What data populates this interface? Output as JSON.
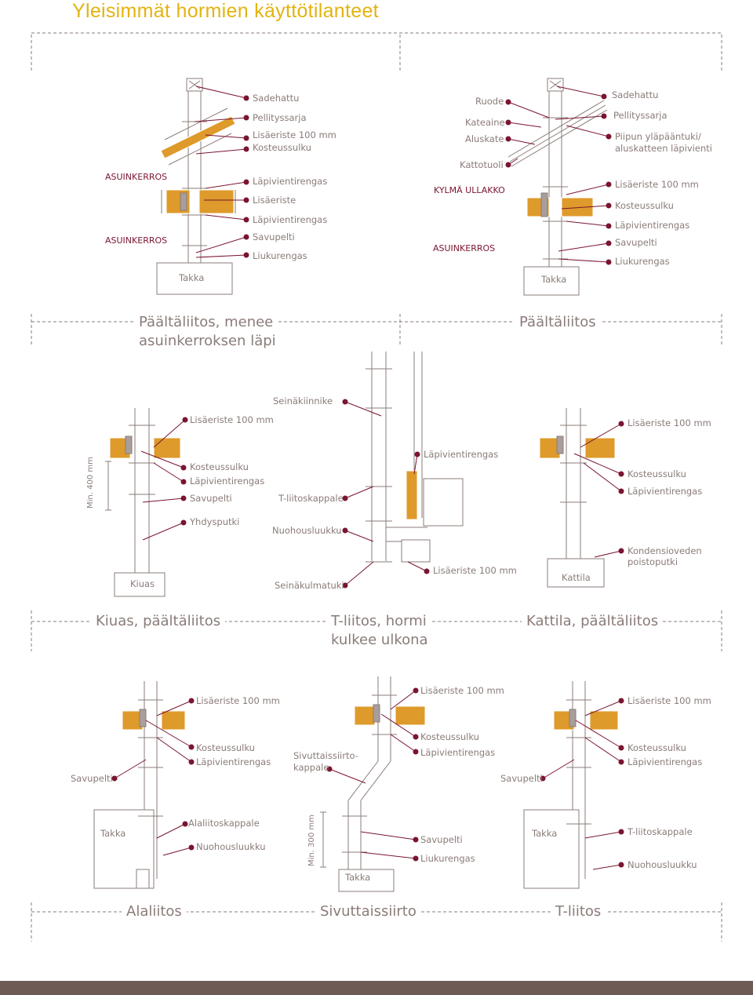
{
  "title": "Yleisimmät hormien käyttötilanteet",
  "colors": {
    "accent": "#e3b311",
    "marker": "#7a1530",
    "insulation": "#de9a2a",
    "text": "#8a7c78",
    "footer": "#6e5b56"
  },
  "panel1": {
    "floor_labels": [
      "ASUINKERROS",
      "ASUINKERROS"
    ],
    "labels": [
      "Sadehattu",
      "Pellityssarja",
      "Lisäeriste 100 mm",
      "Kosteussulku",
      "Läpivientirengas",
      "Lisäeriste",
      "Läpivientirengas",
      "Savupelti",
      "Liukurengas"
    ],
    "bottom": "Takka",
    "caption_line1": "Päältäliitos, menee",
    "caption_line2": "asuinkerroksen läpi"
  },
  "panel2": {
    "left_labels": [
      "Ruode",
      "Kateaine",
      "Aluskate",
      "Kattotuoli"
    ],
    "floor_labels": [
      "KYLMÄ ULLAKKO",
      "ASUINKERROS"
    ],
    "labels": [
      "Sadehattu",
      "Pellityssarja",
      "Piipun yläpääntuki/",
      "aluskatteen läpivienti",
      "Lisäeriste 100 mm",
      "Kosteussulku",
      "Läpivientirengas",
      "Savupelti",
      "Liukurengas"
    ],
    "bottom": "Takka",
    "caption": "Päältäliitos"
  },
  "panel3": {
    "labels": [
      "Lisäeriste 100 mm",
      "Kosteussulku",
      "Läpivientirengas",
      "Savupelti",
      "Yhdysputki"
    ],
    "min_label": "Min. 400 mm",
    "bottom": "Kiuas",
    "caption": "Kiuas, päältäliitos"
  },
  "panel4": {
    "labels": [
      "Seinäkiinnike",
      "Läpivientirengas",
      "T-liitoskappale",
      "Nuohousluukku",
      "Seinäkulmatuki",
      "Lisäeriste 100 mm"
    ],
    "caption_line1": "T-liitos, hormi",
    "caption_line2": "kulkee ulkona"
  },
  "panel5": {
    "labels": [
      "Lisäeriste 100 mm",
      "Kosteussulku",
      "Läpivientirengas",
      "Kondensioveden",
      "poistoputki"
    ],
    "bottom": "Kattila",
    "caption": "Kattila, päältäliitos"
  },
  "panel6": {
    "labels": [
      "Lisäeriste 100 mm",
      "Kosteussulku",
      "Läpivientirengas",
      "Savupelti",
      "Alaliitoskappale",
      "Nuohousluukku"
    ],
    "bottom": "Takka",
    "caption": "Alaliitos"
  },
  "panel7": {
    "labels": [
      "Lisäeriste 100 mm",
      "Kosteussulku",
      "Läpivientirengas",
      "Sivuttaissiirto-",
      "kappale",
      "Savupelti",
      "Liukurengas"
    ],
    "min_label": "Min. 300 mm",
    "bottom": "Takka",
    "caption": "Sivuttaissiirto"
  },
  "panel8": {
    "labels": [
      "Lisäeriste 100 mm",
      "Kosteussulku",
      "Läpivientirengas",
      "Savupelti",
      "T-liitoskappale",
      "Nuohousluukku"
    ],
    "bottom": "Takka",
    "caption": "T-liitos"
  }
}
